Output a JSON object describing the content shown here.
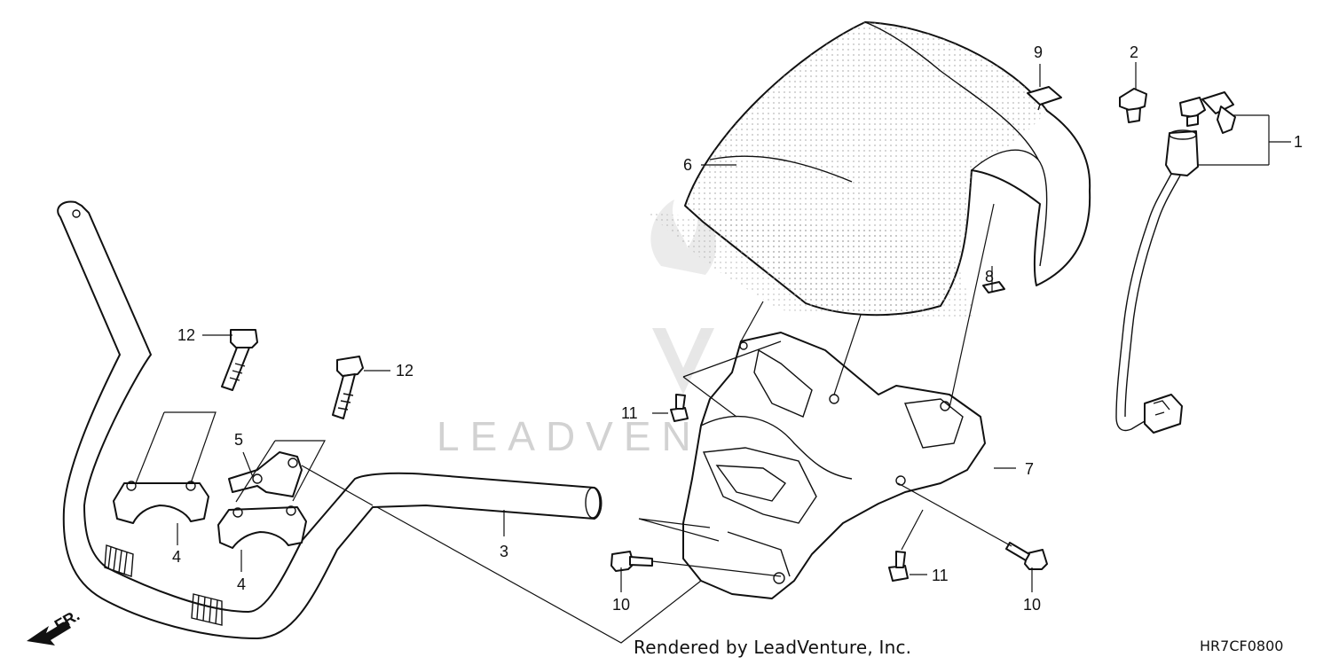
{
  "diagram": {
    "watermark_text": "LEADVENTURE",
    "footer": {
      "credit": "Rendered by LeadVenture, Inc.",
      "diagram_code": "HR7CF0800"
    },
    "direction_label": "FR.",
    "callouts": {
      "c1": "1",
      "c2": "2",
      "c3": "3",
      "c4a": "4",
      "c4b": "4",
      "c5": "5",
      "c6": "6",
      "c7": "7",
      "c8": "8",
      "c9": "9",
      "c10a": "10",
      "c10b": "10",
      "c11a": "11",
      "c11b": "11",
      "c12a": "12",
      "c12b": "12"
    }
  }
}
